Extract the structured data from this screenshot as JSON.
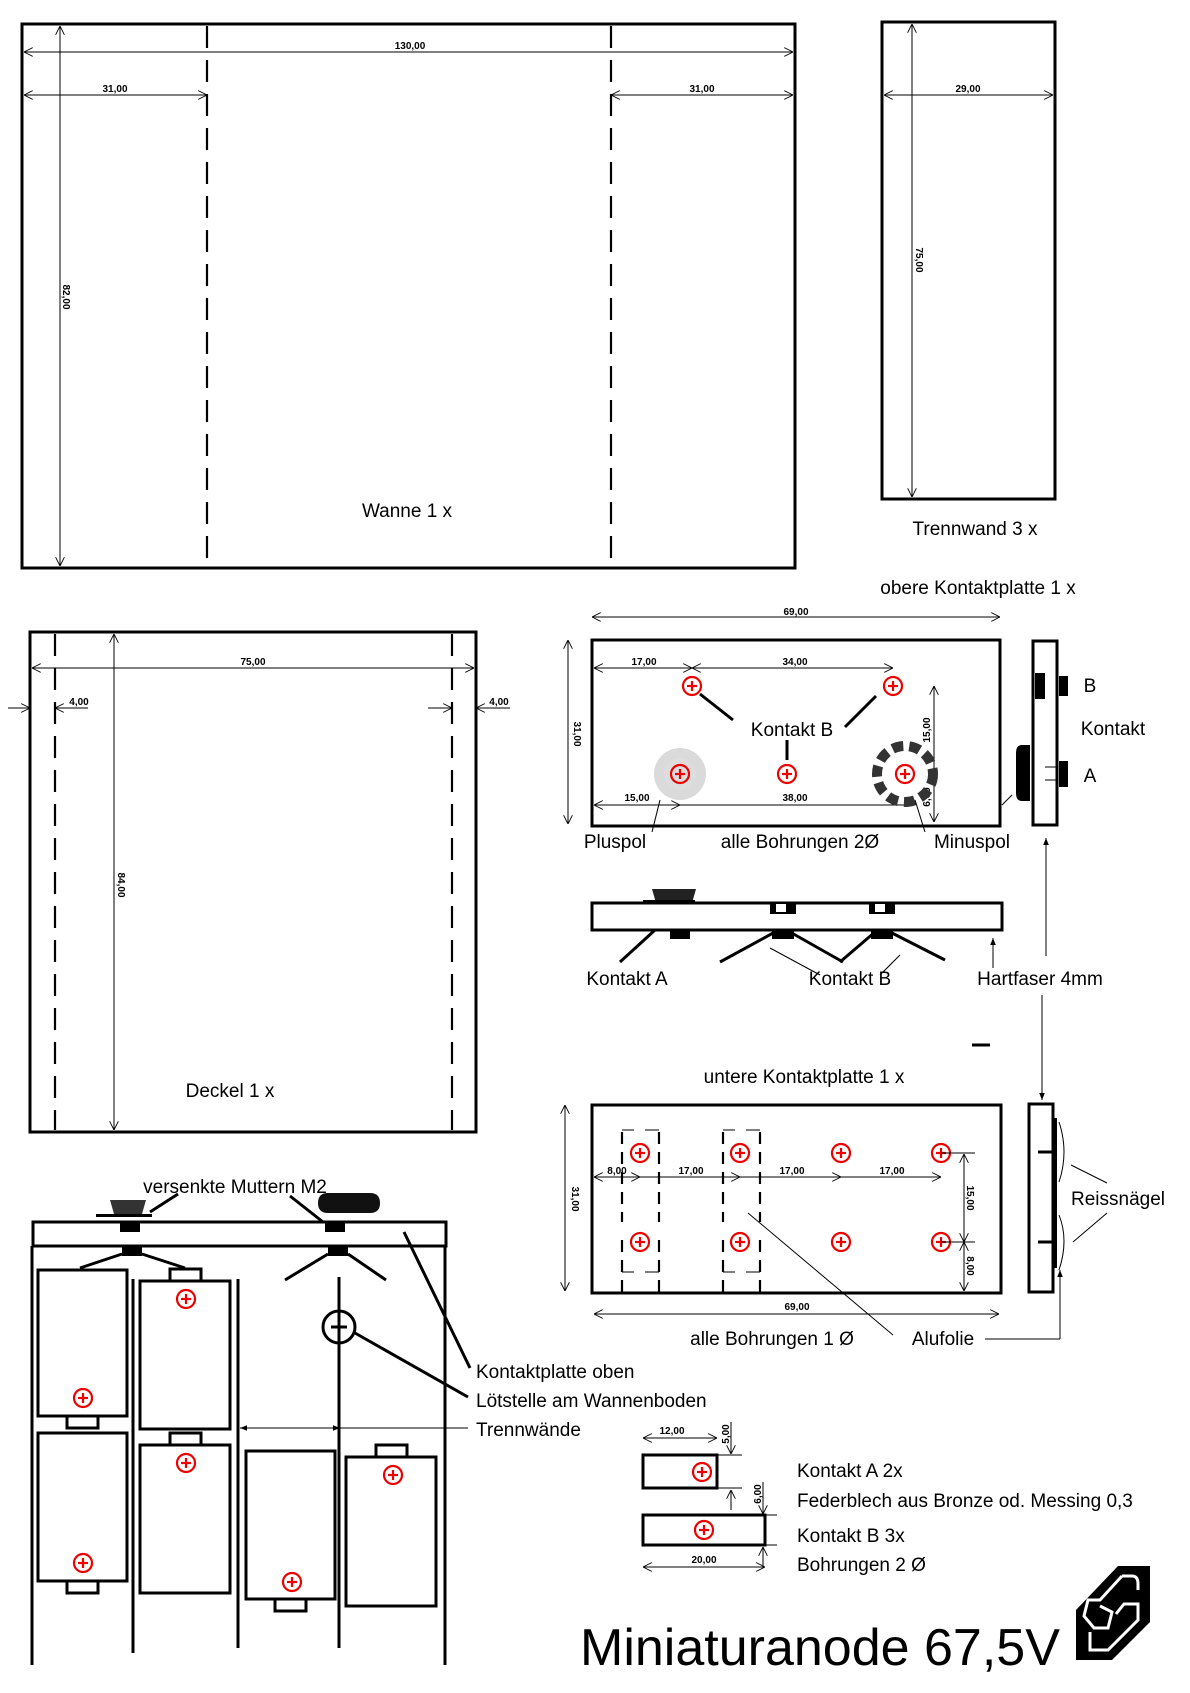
{
  "title": "Miniaturanode 67,5V",
  "logo_icon": "gs-monogram-logo",
  "colors": {
    "drill_hole": "#e00000",
    "lines": "#000000"
  },
  "wanne": {
    "label": "Wanne 1 x",
    "dims": {
      "total_width": "130,00",
      "left_fold": "31,00",
      "right_fold": "31,00",
      "height": "82,00"
    }
  },
  "trennwand": {
    "label": "Trennwand 3 x",
    "dims": {
      "width": "29,00",
      "height": "75,00"
    }
  },
  "deckel": {
    "label": "Deckel 1 x",
    "dims": {
      "width": "75,00",
      "left_fold": "4,00",
      "right_fold": "4,00",
      "height": "84,00"
    }
  },
  "obere_platte": {
    "label": "obere Kontaktplatte 1 x",
    "dims": {
      "width": "69,00",
      "height": "31,00",
      "left_offset": "17,00",
      "hole_spacing": "34,00",
      "vertical_spacing": "15,00",
      "bottom_left": "15,00",
      "bottom_span": "38,00",
      "bottom_offset": "6,00"
    },
    "labels": {
      "kontakt_b": "Kontakt B",
      "pluspol": "Pluspol",
      "minuspol": "Minuspol",
      "bohrungen": "alle Bohrungen 2Ø"
    },
    "side_view": {
      "b": "B",
      "kontakt": "Kontakt",
      "a": "A"
    }
  },
  "querschnitt": {
    "kontakt_a": "Kontakt A",
    "kontakt_b": "Kontakt B",
    "material": "Hartfaser 4mm"
  },
  "untere_platte": {
    "label": "untere Kontaktplatte 1 x",
    "dims": {
      "width": "69,00",
      "height": "31,00",
      "left_offset": "8,00",
      "spacing_1": "17,00",
      "spacing_2": "17,00",
      "spacing_3": "17,00",
      "vertical_spacing": "15,00",
      "bottom_offset": "8,00"
    },
    "labels": {
      "bohrungen": "alle Bohrungen 1 Ø",
      "alufolie": "Alufolie",
      "reissnaegel": "Reissnägel"
    }
  },
  "montage": {
    "muttern": "versenkte Muttern M2",
    "kontaktplatte": "Kontaktplatte oben",
    "loetstelle": "Lötstelle am Wannenboden",
    "trennwaende": "Trennwände"
  },
  "kontakte": {
    "a_dims": {
      "width": "12,00",
      "offset": "5,00"
    },
    "b_dims": {
      "width": "20,00",
      "offset": "6,00"
    },
    "kontakt_a": "Kontakt A 2x",
    "material": "Federblech aus Bronze od. Messing 0,3",
    "kontakt_b": "Kontakt B 3x",
    "bohrungen": "Bohrungen 2 Ø"
  }
}
